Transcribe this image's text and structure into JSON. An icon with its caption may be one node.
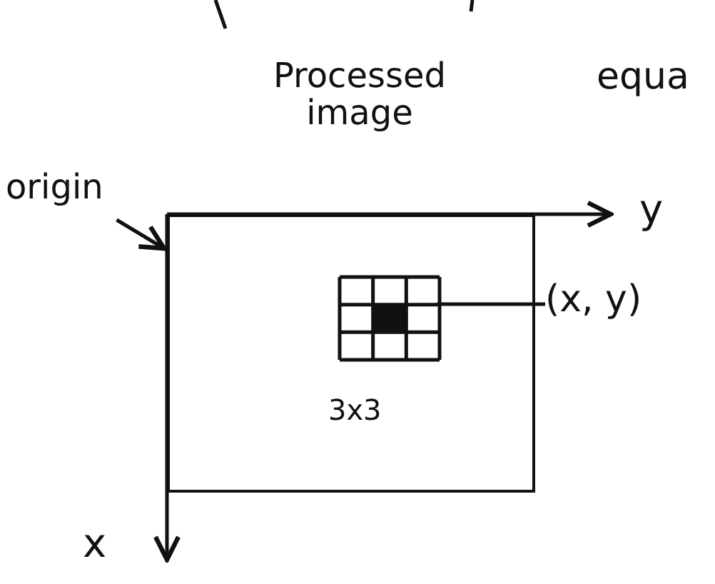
{
  "diagram": {
    "nodes": [
      {
        "text": [
          "Processed image"
        ]
      },
      {
        "text": [],
        "shape": "box",
        "in": 0,
        "beside": [
          "3x3"
        ]
      },
      {
        "text": [
          "(x, y)"
        ]
      },
      {
        "text": [
          "origin"
        ]
      }
    ],
    "edges": [
      {
        "from": 2,
        "to": 1,
        "arrow": "none"
      },
      {
        "from": 3,
        "to": 0,
        "arrow": "to"
      }
    ],
    "labels": [
      "equa",
      "y",
      "x"
    ]
  }
}
